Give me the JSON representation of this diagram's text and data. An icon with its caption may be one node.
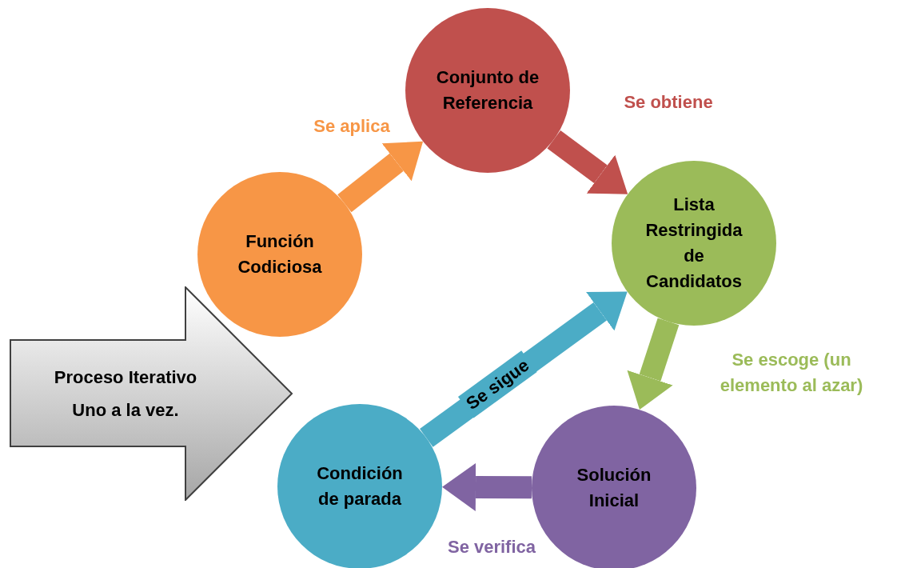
{
  "diagram": {
    "nodes": [
      {
        "text": [
          "Proceso Iterativo",
          "Uno a la vez."
        ]
      },
      {
        "text": [
          "Función Codiciosa"
        ]
      },
      {
        "text": [
          "Conjunto de Referencia"
        ]
      },
      {
        "text": [
          "Lista Restringida de Candidatos"
        ]
      },
      {
        "text": [
          "Solución Inicial"
        ]
      },
      {
        "text": [
          "Condición de parada"
        ]
      }
    ],
    "edges": [
      {
        "from": 1,
        "to": 2,
        "arrow": "to",
        "label": "Se aplica",
        "color": "#f79646"
      },
      {
        "from": 2,
        "to": 3,
        "arrow": "to",
        "label": "Se obtiene",
        "color": "#c0504d"
      },
      {
        "from": 3,
        "to": 4,
        "arrow": "to",
        "label": "Se escoge (un elemento al azar)",
        "color": "#9bbb59"
      },
      {
        "from": 4,
        "to": 5,
        "arrow": "to",
        "label": "Se verifica",
        "color": "#8064a2"
      },
      {
        "from": 5,
        "to": 3,
        "arrow": "to",
        "label": "Se sigue",
        "color": "#4bacc6"
      }
    ]
  }
}
